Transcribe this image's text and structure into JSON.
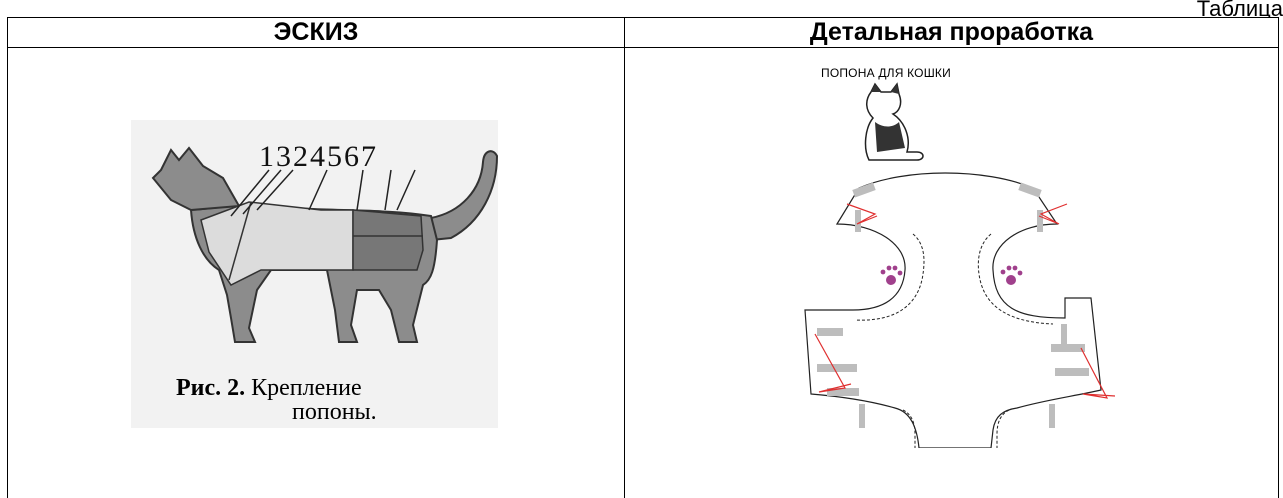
{
  "caption": "Таблица",
  "table": {
    "headers": [
      "ЭСКИЗ",
      "Детальная проработка"
    ]
  },
  "sketch": {
    "numbers": "1324567",
    "caption_bold": "Рис. 2.",
    "caption_line1": " Крепление",
    "caption_line2": "попоны."
  },
  "detail": {
    "title": "ПОПОНА ДЛЯ КОШКИ"
  },
  "colors": {
    "cat_gray": "#8c8c8c",
    "coat_light": "#dcdcdc",
    "strap_gray": "#bdbdbd",
    "strap_red": "#e03030",
    "paw_purple": "#a0408c"
  }
}
